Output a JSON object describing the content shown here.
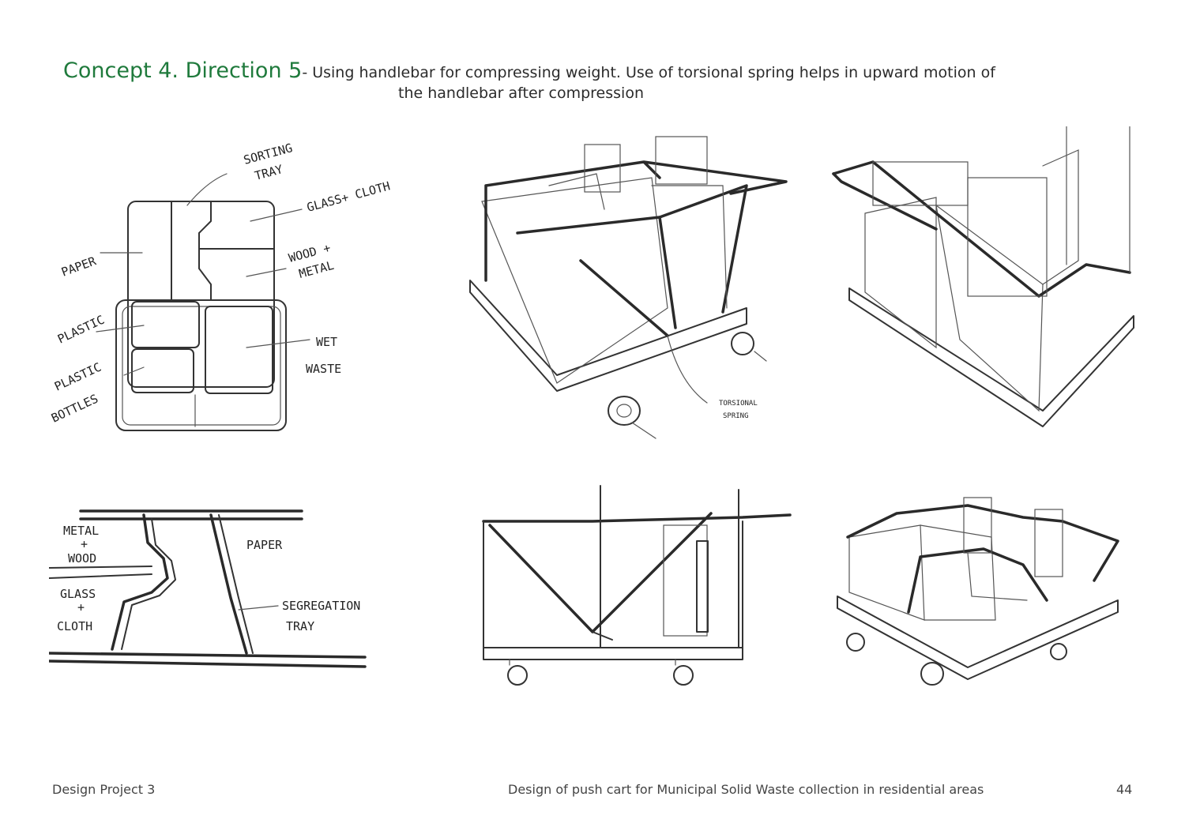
{
  "header": {
    "title": "Concept 4. Direction 5",
    "description_line1": "- Using handlebar for compressing weight. Use of torsional spring helps in upward motion of",
    "description_line2": "the handlebar after compression"
  },
  "sketch1": {
    "labels": {
      "sorting_tray_1": "SORTING",
      "sorting_tray_2": "TRAY",
      "glass_cloth": "GLASS+ CLOTH",
      "paper": "PAPER",
      "wood_metal_1": "WOOD +",
      "wood_metal_2": "METAL",
      "plastic": "PLASTIC",
      "plastic_bottles_1": "PLASTIC",
      "plastic_bottles_2": "BOTTLES",
      "wet_waste_1": "WET",
      "wet_waste_2": "WASTE"
    }
  },
  "sketch2": {
    "labels": {
      "torsional_1": "TORSIONAL",
      "torsional_2": "SPRING"
    }
  },
  "sketch4": {
    "labels": {
      "metal_wood_1": "METAL",
      "metal_wood_2": "+",
      "metal_wood_3": "WOOD",
      "glass_cloth_1": "GLASS",
      "glass_cloth_2": "+",
      "glass_cloth_3": "CLOTH",
      "paper": "PAPER",
      "segregation_1": "SEGREGATION",
      "segregation_2": "TRAY"
    }
  },
  "footer": {
    "left": "Design Project 3",
    "center": "Design of push cart for Municipal Solid Waste collection in residential areas",
    "page_number": "44"
  },
  "colors": {
    "accent": "#1f7a3c",
    "text": "#2b2b2b",
    "pencil": "#333333"
  }
}
